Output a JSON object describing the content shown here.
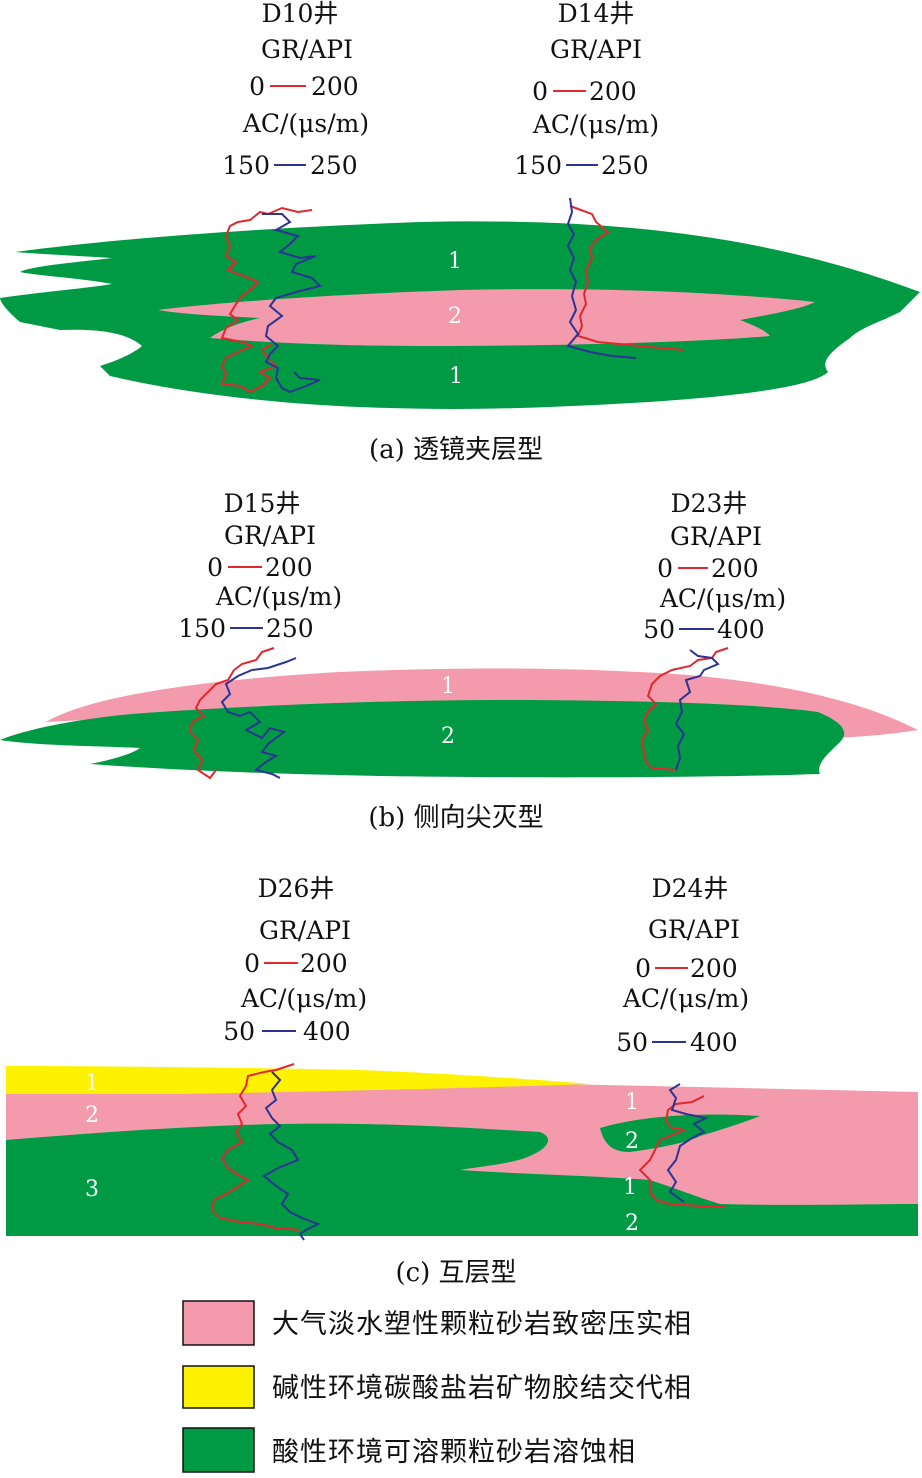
{
  "colors": {
    "pink": "#f39aac",
    "green": "#009a44",
    "yellow": "#fff200",
    "gr_curve": "#e0282e",
    "ac_curve": "#2b3493"
  },
  "panels": {
    "a": {
      "caption": "(a) 透镜夹层型",
      "wells": [
        {
          "name": "D10井",
          "gr_title": "GR/API",
          "gr_min": "0",
          "gr_max": "200",
          "ac_title": "AC/(μs/m)",
          "ac_min": "150",
          "ac_max": "250"
        },
        {
          "name": "D14井",
          "gr_title": "GR/API",
          "gr_min": "0",
          "gr_max": "200",
          "ac_title": "AC/(μs/m)",
          "ac_min": "150",
          "ac_max": "250"
        }
      ],
      "labels": [
        "1",
        "2",
        "1"
      ]
    },
    "b": {
      "caption": "(b) 侧向尖灭型",
      "wells": [
        {
          "name": "D15井",
          "gr_title": "GR/API",
          "gr_min": "0",
          "gr_max": "200",
          "ac_title": "AC/(μs/m)",
          "ac_min": "150",
          "ac_max": "250"
        },
        {
          "name": "D23井",
          "gr_title": "GR/API",
          "gr_min": "0",
          "gr_max": "200",
          "ac_title": "AC/(μs/m)",
          "ac_min": "50",
          "ac_max": "400"
        }
      ],
      "labels": [
        "1",
        "2"
      ]
    },
    "c": {
      "caption": "(c) 互层型",
      "wells": [
        {
          "name": "D26井",
          "gr_title": "GR/API",
          "gr_min": "0",
          "gr_max": "200",
          "ac_title": "AC/(μs/m)",
          "ac_min": "50",
          "ac_max": "400"
        },
        {
          "name": "D24井",
          "gr_title": "GR/API",
          "gr_min": "0",
          "gr_max": "200",
          "ac_title": "AC/(μs/m)",
          "ac_min": "50",
          "ac_max": "400"
        }
      ],
      "labels": [
        "1",
        "2",
        "3",
        "1",
        "2",
        "1",
        "2"
      ]
    }
  },
  "legend": [
    {
      "color": "pink",
      "text": "大气淡水塑性颗粒砂岩致密压实相"
    },
    {
      "color": "yellow",
      "text": "碱性环境碳酸盐岩矿物胶结交代相"
    },
    {
      "color": "green",
      "text": "酸性环境可溶颗粒砂岩溶蚀相"
    }
  ]
}
